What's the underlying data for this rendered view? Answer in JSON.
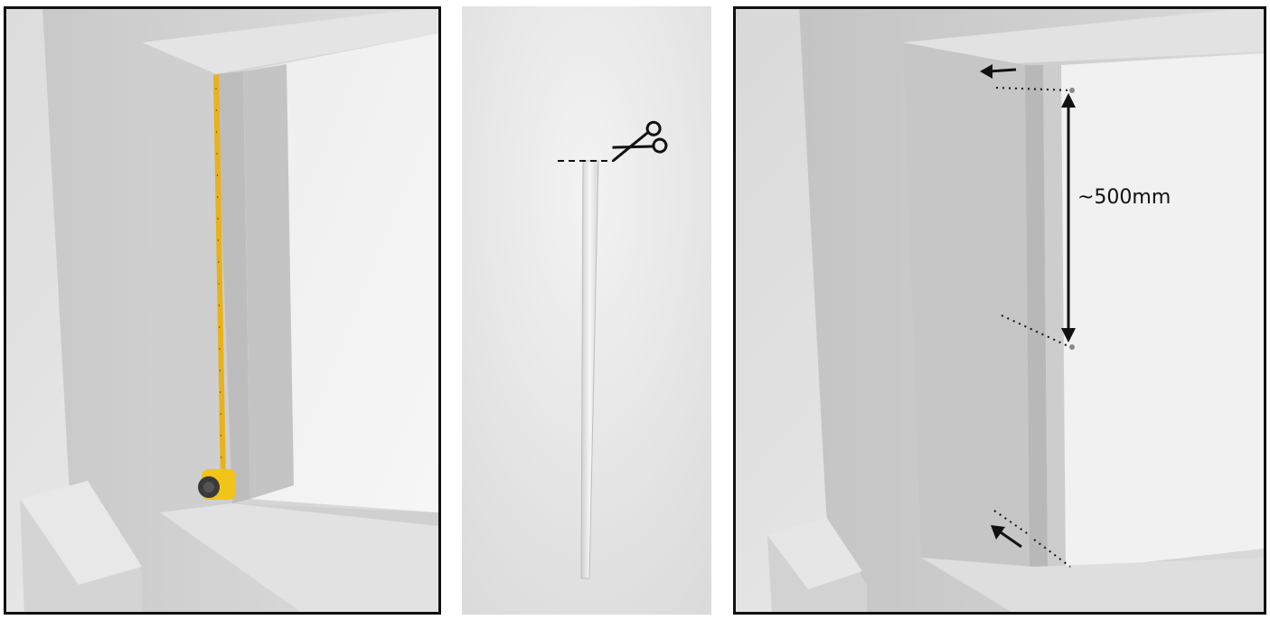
{
  "steps": [
    {
      "id": "measure",
      "tool": "tape-measure"
    },
    {
      "id": "cut",
      "tool": "scissors"
    },
    {
      "id": "fix"
    }
  ],
  "dimension": {
    "label": "~500mm"
  },
  "colors": {
    "tape": "#e8b21c",
    "tape_case": "#f0c419",
    "wall": "#d8d8d8",
    "background": "#e6e6e6",
    "annotation": "#111111"
  }
}
